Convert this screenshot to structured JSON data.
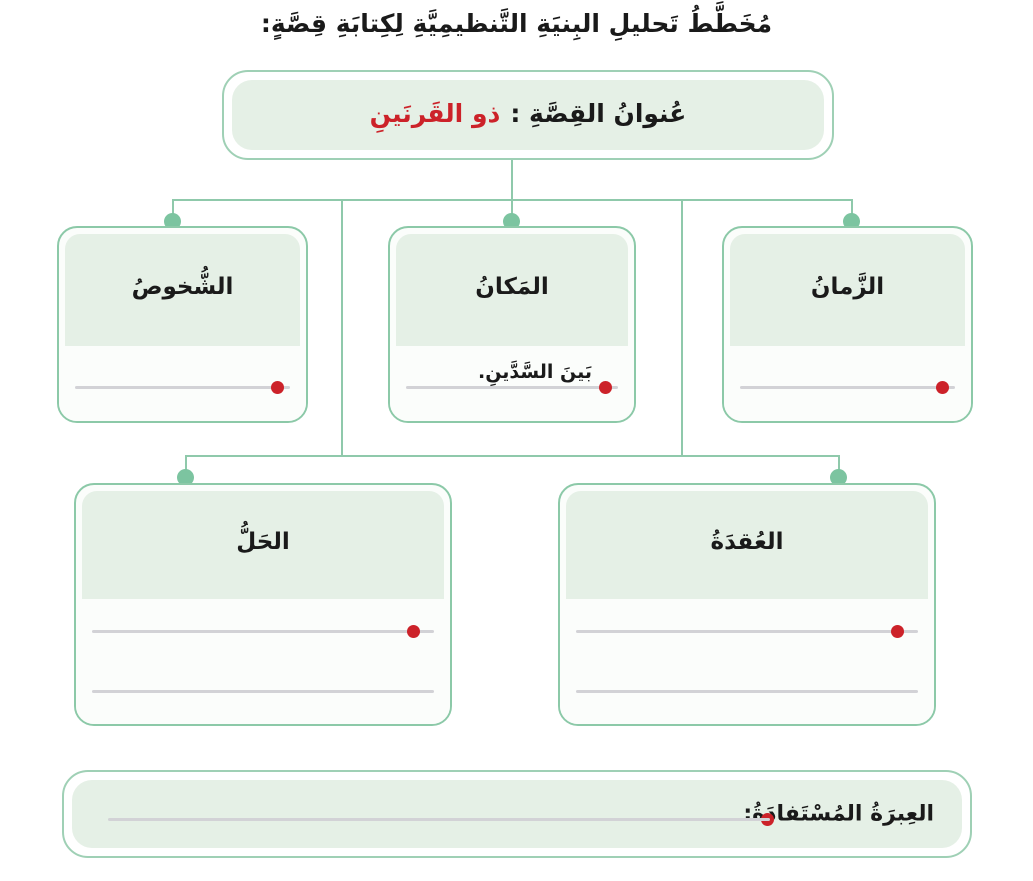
{
  "page": {
    "title": "مُخَطَّطُ تَحليلِ البِنيَةِ التَّنظيمِيَّةِ لِكِتابَةِ قِصَّةٍ:",
    "direction": "rtl",
    "language": "ar"
  },
  "colors": {
    "card_border": "#8cc9a8",
    "panel_border": "#9fd0b5",
    "header_fill": "#e5f0e6",
    "body_fill": "#fbfdfb",
    "connector": "#8fc9ab",
    "connector_dot": "#7cc4a0",
    "rule_line": "#d2d2d6",
    "rule_dot": "#cc2229",
    "text": "#1a1a1a",
    "accent_red": "#cc2229"
  },
  "title_box": {
    "label": "عُنوانُ القِصَّةِ :",
    "value": "ذو القَرنَينِ"
  },
  "row1": [
    {
      "id": "characters",
      "heading": "الشُّخوصُ",
      "lines": [
        {
          "answer": "",
          "has_dot": true
        }
      ]
    },
    {
      "id": "place",
      "heading": "المَكانُ",
      "lines": [
        {
          "answer": "بَينَ السَّدَّينِ.",
          "has_dot": true
        }
      ]
    },
    {
      "id": "time",
      "heading": "الزَّمانُ",
      "lines": [
        {
          "answer": "",
          "has_dot": true
        }
      ]
    }
  ],
  "row2": [
    {
      "id": "solution",
      "heading": "الحَلُّ",
      "lines": [
        {
          "answer": "",
          "has_dot": true
        },
        {
          "answer": "",
          "has_dot": false
        }
      ]
    },
    {
      "id": "conflict",
      "heading": "العُقدَةُ",
      "lines": [
        {
          "answer": "",
          "has_dot": true
        },
        {
          "answer": "",
          "has_dot": false
        }
      ]
    }
  ],
  "lesson_box": {
    "label": "العِبرَةُ المُسْتَفادَةُ:",
    "answer": "",
    "has_dot": true
  }
}
